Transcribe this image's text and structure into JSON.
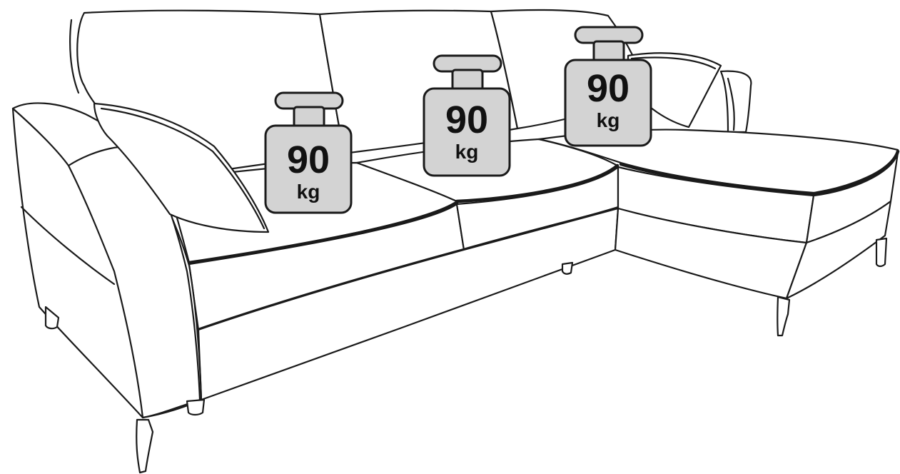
{
  "weights": [
    {
      "value": "90",
      "unit": "kg"
    },
    {
      "value": "90",
      "unit": "kg"
    },
    {
      "value": "90",
      "unit": "kg"
    }
  ],
  "colors": {
    "line": "#1a1a1a",
    "weight_fill": "#d3d3d3",
    "background": "#ffffff"
  }
}
